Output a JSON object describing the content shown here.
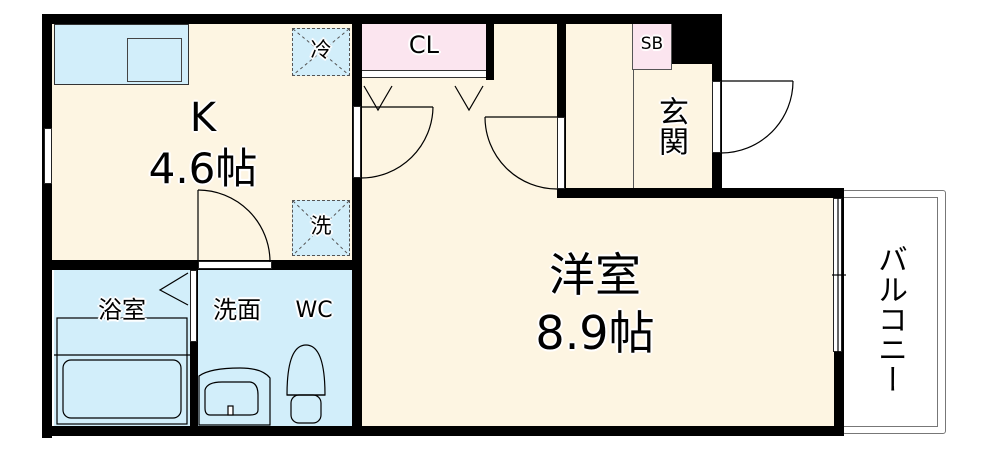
{
  "floor_plan": {
    "rooms": {
      "kitchen": {
        "name": "K",
        "size": "4.6帖"
      },
      "western_room": {
        "name": "洋室",
        "size": "8.9帖"
      },
      "closet": {
        "name": "CL"
      },
      "shoe_box": {
        "name": "SB"
      },
      "entrance": {
        "name": "玄関"
      },
      "bathroom": {
        "name": "浴室"
      },
      "washroom": {
        "name": "洗面"
      },
      "toilet": {
        "name": "WC"
      },
      "balcony": {
        "name": "バルコニー"
      }
    },
    "fixtures": {
      "fridge_space": "冷",
      "washer_space": "洗"
    }
  },
  "colors": {
    "floor": "#fdf5e2",
    "wet_area": "#d2eefa",
    "closet": "#fbe5ef",
    "wall": "#000000"
  }
}
